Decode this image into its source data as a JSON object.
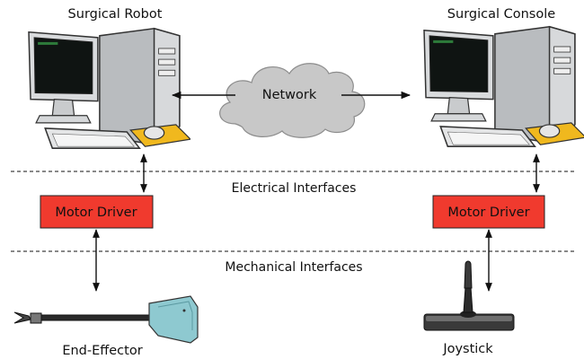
{
  "left_computer": {
    "label": "Surgical Robot",
    "icon": "desktop-computer-icon"
  },
  "right_computer": {
    "label": "Surgical Console",
    "icon": "desktop-computer-icon"
  },
  "network": {
    "label": "Network",
    "icon": "cloud-icon",
    "color": "#c8c8c8"
  },
  "layers": {
    "electrical": "Electrical Interfaces",
    "mechanical": "Mechanical Interfaces"
  },
  "left_driver": {
    "label": "Motor Driver",
    "color": "#f03a2e"
  },
  "right_driver": {
    "label": "Motor Driver",
    "color": "#f03a2e"
  },
  "end_effector": {
    "label": "End-Effector",
    "icon": "surgical-instrument-icon"
  },
  "joystick": {
    "label": "Joystick",
    "icon": "joystick-icon"
  }
}
